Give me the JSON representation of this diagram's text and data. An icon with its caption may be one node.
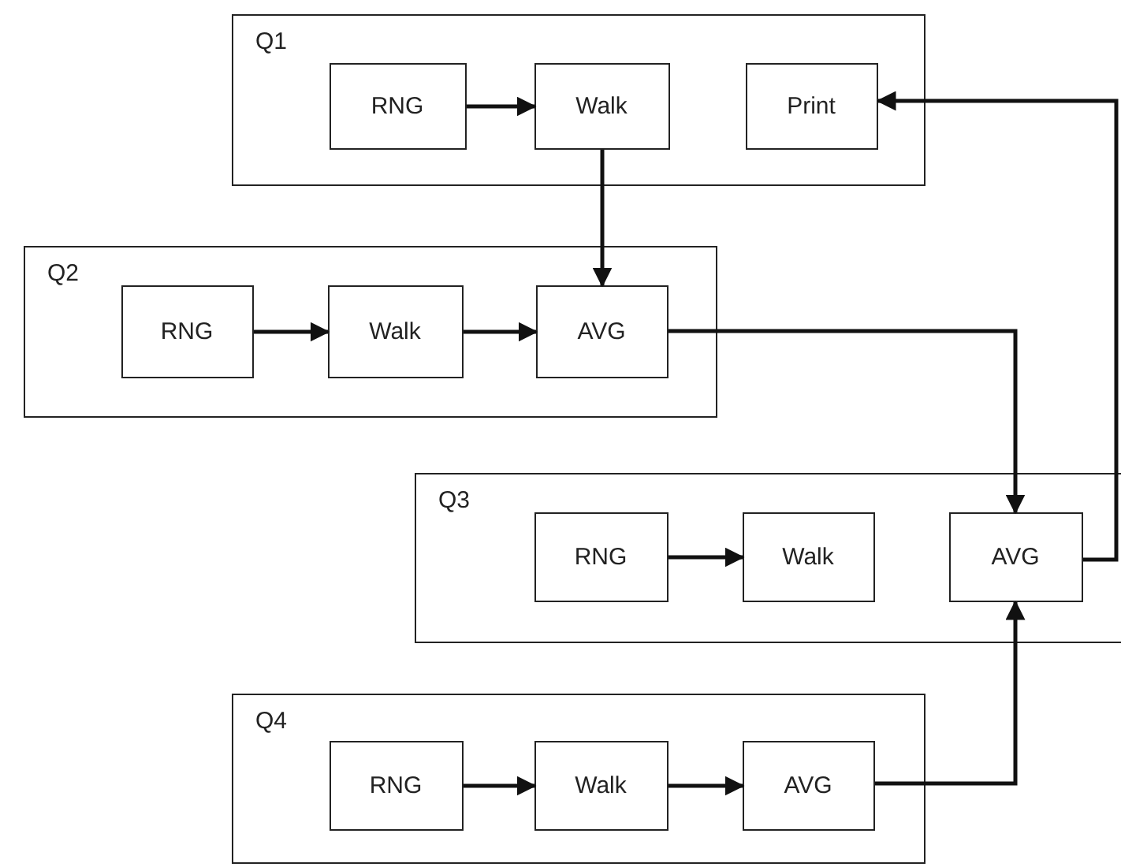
{
  "diagram": {
    "nodes": [
      {
        "text": [
          "Q1"
        ]
      },
      {
        "text": [
          "RNG"
        ],
        "in": 0
      },
      {
        "text": [
          "Walk"
        ],
        "in": 0
      },
      {
        "text": [
          "Print"
        ],
        "in": 0
      },
      {
        "text": [
          "Q2"
        ]
      },
      {
        "text": [
          "RNG"
        ],
        "in": 4
      },
      {
        "text": [
          "Walk"
        ],
        "in": 4
      },
      {
        "text": [
          "AVG"
        ],
        "in": 4
      },
      {
        "text": [
          "Q3"
        ]
      },
      {
        "text": [
          "RNG"
        ],
        "in": 8
      },
      {
        "text": [
          "Walk"
        ],
        "in": 8
      },
      {
        "text": [
          "AVG"
        ],
        "in": 8
      },
      {
        "text": [
          "Q4"
        ]
      },
      {
        "text": [
          "RNG"
        ],
        "in": 12
      },
      {
        "text": [
          "Walk"
        ],
        "in": 12
      },
      {
        "text": [
          "AVG"
        ],
        "in": 12
      }
    ],
    "edges": [
      {
        "from": 1,
        "to": 2,
        "arrow": "to"
      },
      {
        "from": 2,
        "to": 7,
        "arrow": "to"
      },
      {
        "from": 5,
        "to": 6,
        "arrow": "to"
      },
      {
        "from": 6,
        "to": 7,
        "arrow": "to"
      },
      {
        "from": 7,
        "to": 11,
        "arrow": "to"
      },
      {
        "from": 9,
        "to": 10,
        "arrow": "to"
      },
      {
        "from": 11,
        "to": 3,
        "arrow": "to"
      },
      {
        "from": 13,
        "to": 14,
        "arrow": "to"
      },
      {
        "from": 14,
        "to": 15,
        "arrow": "to"
      },
      {
        "from": 15,
        "to": 11,
        "arrow": "to"
      }
    ]
  }
}
